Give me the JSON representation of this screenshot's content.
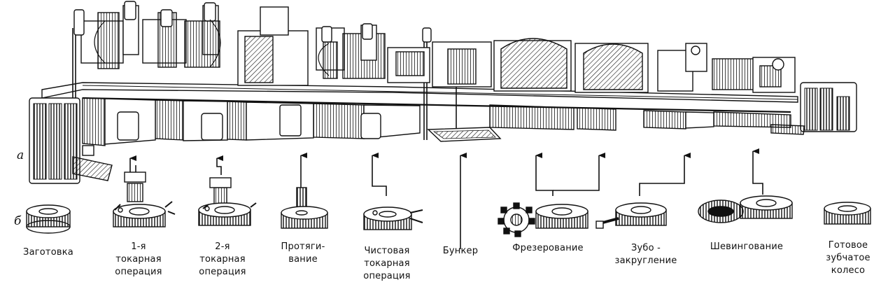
{
  "row_labels": {
    "line": "а",
    "parts": "б"
  },
  "stages": [
    {
      "id": "blank",
      "lines": [
        "Заготовка"
      ]
    },
    {
      "id": "turn1",
      "lines": [
        "1-я",
        "токарная",
        "операция"
      ]
    },
    {
      "id": "turn2",
      "lines": [
        "2-я",
        "токарная",
        "операция"
      ]
    },
    {
      "id": "broach",
      "lines": [
        "Протяги-",
        "вание"
      ]
    },
    {
      "id": "finish",
      "lines": [
        "Чистовая",
        "токарная",
        "операция"
      ]
    },
    {
      "id": "hopper",
      "lines": [
        "Бункер"
      ]
    },
    {
      "id": "mill",
      "lines": [
        "Фрезерование"
      ]
    },
    {
      "id": "round",
      "lines": [
        "Зубо -",
        "закругление"
      ]
    },
    {
      "id": "shave",
      "lines": [
        "Шевингование"
      ]
    },
    {
      "id": "done",
      "lines": [
        "Готовое",
        "зубчатое",
        "колесо"
      ]
    }
  ],
  "colors": {
    "ink": "#111111",
    "paper": "#ffffff"
  }
}
